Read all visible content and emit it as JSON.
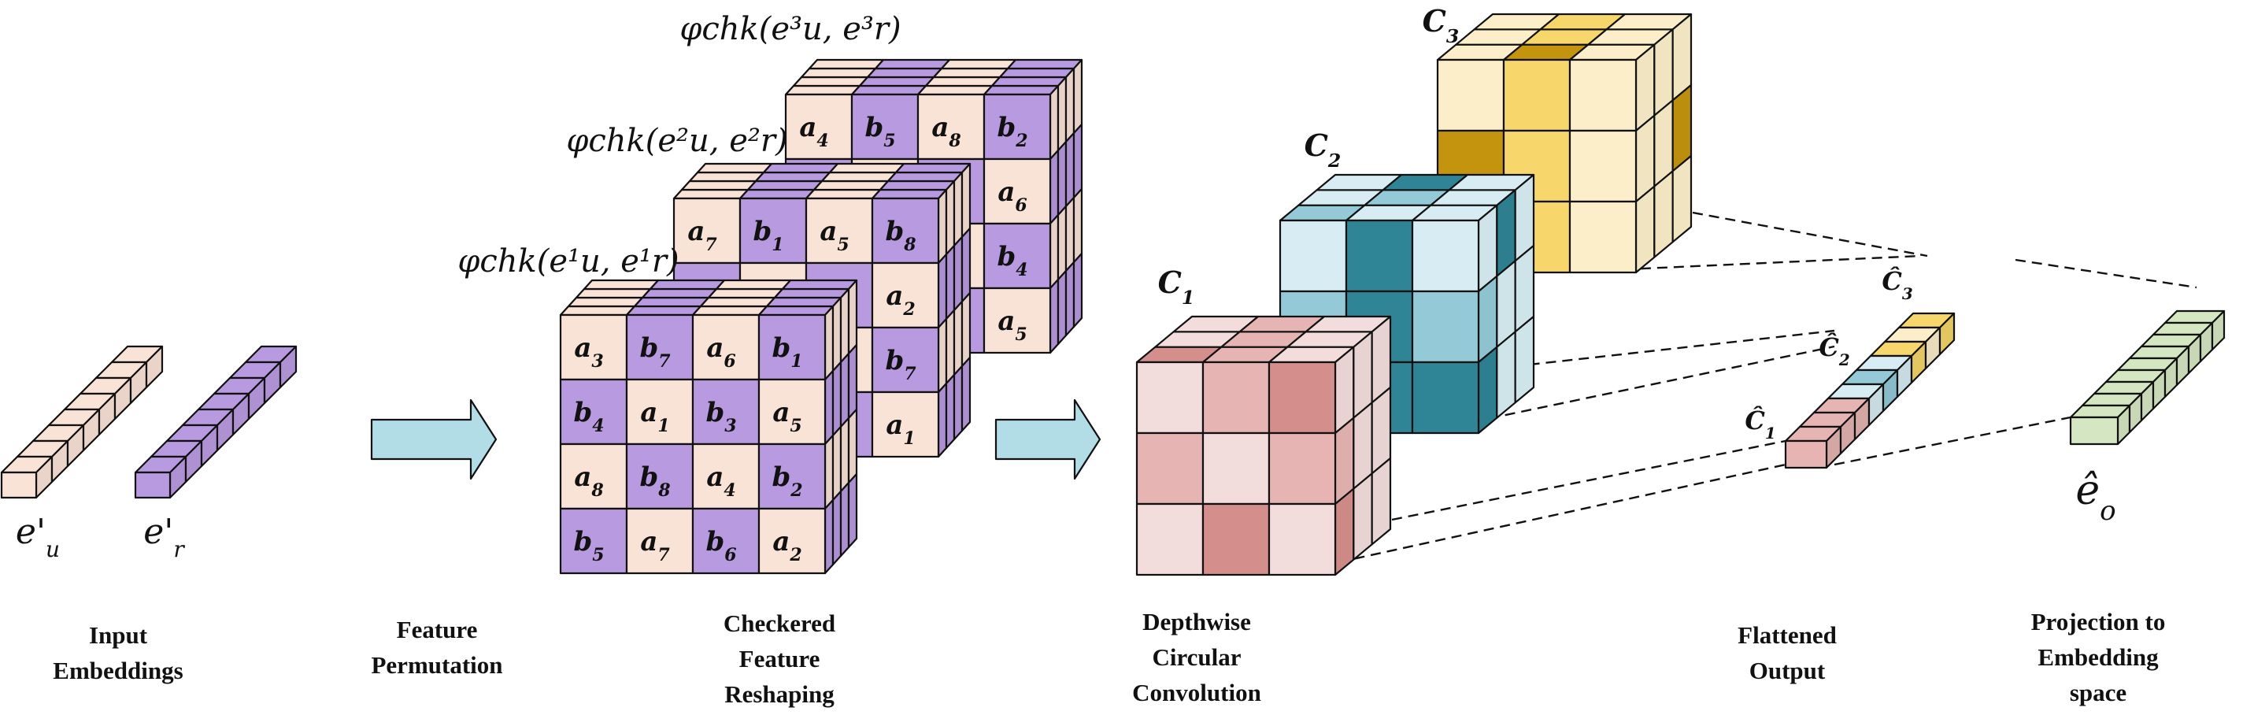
{
  "stages": {
    "input": "Input\nEmbeddings",
    "permutation": "Feature\nPermutation",
    "reshaping": "Checkered\nFeature\nReshaping",
    "convolution": "Depthwise\nCircular\nConvolution",
    "flattened": "Flattened\nOutput",
    "projection": "Projection to\nEmbedding\nspace"
  },
  "embedding_labels": {
    "user": "e'u",
    "relation": "e'r",
    "output": "ê o"
  },
  "phi_labels": [
    "φchk(e¹u, e¹r)",
    "φchk(e²u, e²r)",
    "φchk(e³u, e³r)"
  ],
  "grids": {
    "front": [
      [
        "a3",
        "b7",
        "a6",
        "b1"
      ],
      [
        "b4",
        "a1",
        "b3",
        "a5"
      ],
      [
        "a8",
        "b8",
        "a4",
        "b2"
      ],
      [
        "b5",
        "a7",
        "b6",
        "a2"
      ]
    ],
    "middle": [
      [
        "a7",
        "b1",
        "a5",
        "b8"
      ],
      [
        "",
        "",
        "",
        "a2"
      ],
      [
        "",
        "",
        "",
        "b7"
      ],
      [
        "",
        "",
        "",
        "a1"
      ]
    ],
    "back": [
      [
        "a4",
        "b5",
        "a8",
        "b2"
      ],
      [
        "",
        "",
        "",
        "a6"
      ],
      [
        "",
        "",
        "",
        "b4"
      ],
      [
        "",
        "",
        "",
        "a5"
      ]
    ]
  },
  "channel_labels": [
    "C1",
    "C2",
    "C3"
  ],
  "flattened_labels": [
    "Ĉ1",
    "Ĉ2",
    "Ĉ3"
  ],
  "colors": {
    "peach": "#f9e2d6",
    "purple": "#b89ae0",
    "arrow": "#b2dce6",
    "red": [
      "#f2dcdc",
      "#e6b5b3",
      "#d48f8c"
    ],
    "blue": [
      "#d8edf3",
      "#94cad8",
      "#2f8496"
    ],
    "yellow": [
      "#fbeec9",
      "#f7d66b",
      "#c4940e"
    ],
    "green": "#d5e6c2"
  }
}
